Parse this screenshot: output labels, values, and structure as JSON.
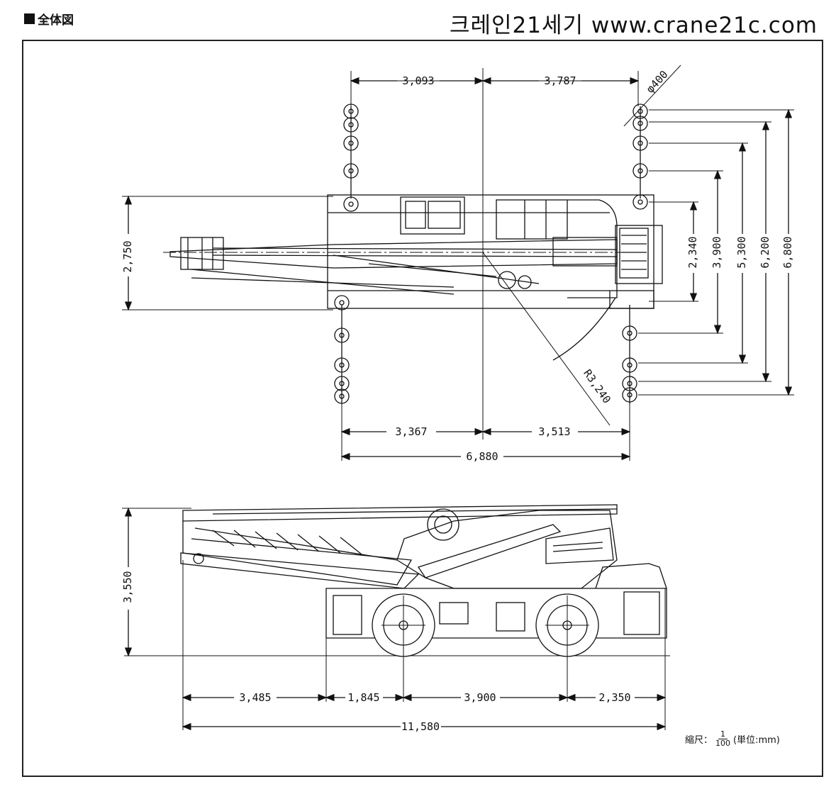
{
  "header": {
    "section_title": "全体図",
    "brand_text": "크레인21세기 www.crane21c.com"
  },
  "plan_view": {
    "top_dims": [
      "3,093",
      "3,787"
    ],
    "wheel_dia": "φ400",
    "left_height": "2,750",
    "right_dims": [
      "2,340",
      "3,900",
      "5,300",
      "6,200",
      "6,800"
    ],
    "radius": "R3,240",
    "bottom_dims": [
      "3,367",
      "3,513"
    ],
    "total_width": "6,880"
  },
  "side_view": {
    "height": "3,550",
    "dims": [
      "3,485",
      "1,845",
      "3,900",
      "2,350"
    ],
    "total_length": "11,580"
  },
  "scale": {
    "label": "縮尺：",
    "numerator": "1",
    "denominator": "100",
    "unit": "(単位:mm)"
  }
}
